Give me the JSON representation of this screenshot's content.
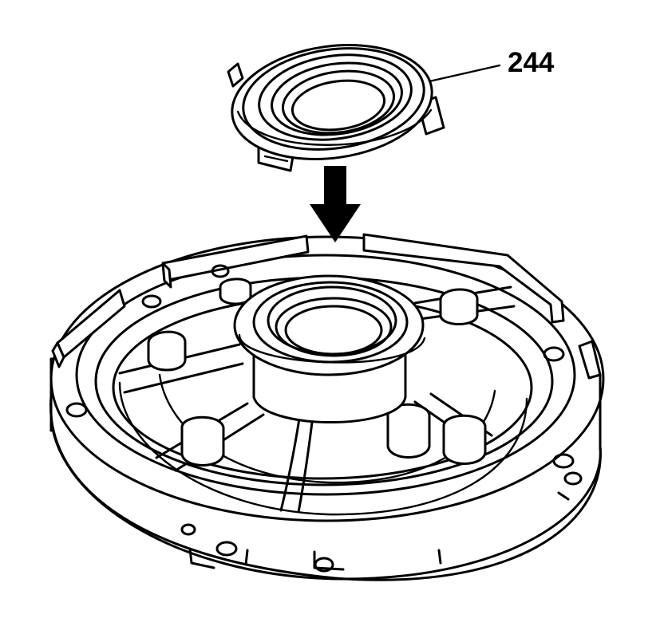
{
  "diagram": {
    "callouts": [
      {
        "label": "244"
      }
    ],
    "colors": {
      "line": "#000000",
      "background": "#ffffff"
    },
    "parts": [
      "seal-part",
      "install-arrow-icon",
      "pump-cover-housing"
    ]
  }
}
